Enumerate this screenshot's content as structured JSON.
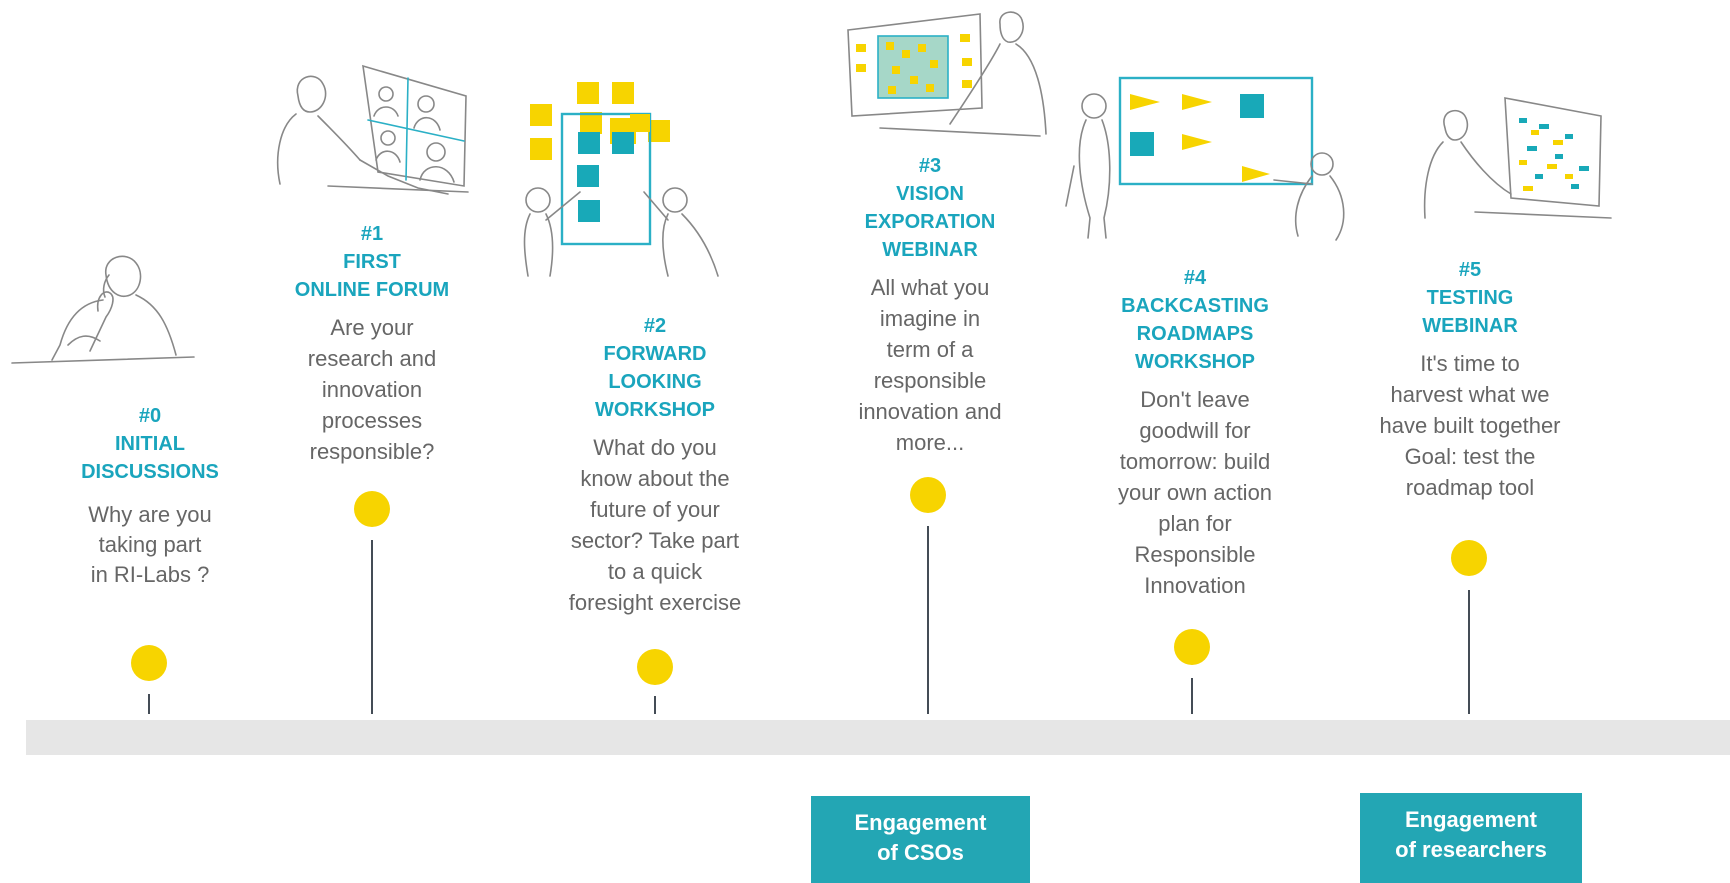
{
  "steps": [
    {
      "head": [
        "#0",
        "INITIAL",
        "DISCUSSIONS"
      ],
      "desc": [
        "Why are you",
        "taking part",
        "in RI-Labs ?"
      ],
      "scene": "person-thinking"
    },
    {
      "head": [
        "#1",
        "FIRST",
        "ONLINE FORUM"
      ],
      "desc": [
        "Are your",
        "research and",
        "innovation",
        "processes",
        "responsible?"
      ],
      "scene": "person-at-video-call"
    },
    {
      "head": [
        "#2",
        "FORWARD",
        "LOOKING",
        "WORKSHOP"
      ],
      "desc": [
        "What do you",
        "know about the",
        "future of your",
        "sector? Take part",
        "to a quick",
        "foresight exercise"
      ],
      "scene": "people-at-sticky-board"
    },
    {
      "head": [
        "#3",
        "VISION",
        "EXPORATION",
        "WEBINAR"
      ],
      "desc": [
        "All what you",
        "imagine in",
        "term of a",
        "responsible",
        "innovation and",
        "more..."
      ],
      "scene": "person-at-collaborative-board"
    },
    {
      "head": [
        "#4",
        "BACKCASTING",
        "ROADMAPS",
        "WORKSHOP"
      ],
      "desc": [
        "Don't leave",
        "goodwill for",
        "tomorrow: build",
        "your own action",
        "plan for",
        "Responsible",
        "Innovation"
      ],
      "scene": "people-at-roadmap-board"
    },
    {
      "head": [
        "#5",
        "TESTING",
        "WEBINAR"
      ],
      "desc": [
        "It's time to",
        "harvest what we",
        "have built together",
        "Goal: test the",
        "roadmap tool"
      ],
      "scene": "person-at-roadmap-tool"
    }
  ],
  "badges": [
    {
      "lines": [
        "Engagement",
        "of CSOs"
      ]
    },
    {
      "lines": [
        "Engagement",
        "of researchers"
      ]
    }
  ],
  "colors": {
    "accent": "#1aa5bd",
    "badge": "#23a6b4",
    "dot": "#f7d400",
    "body_text": "#666666",
    "timeline": "#e6e6e6",
    "stem": "#444c56"
  }
}
